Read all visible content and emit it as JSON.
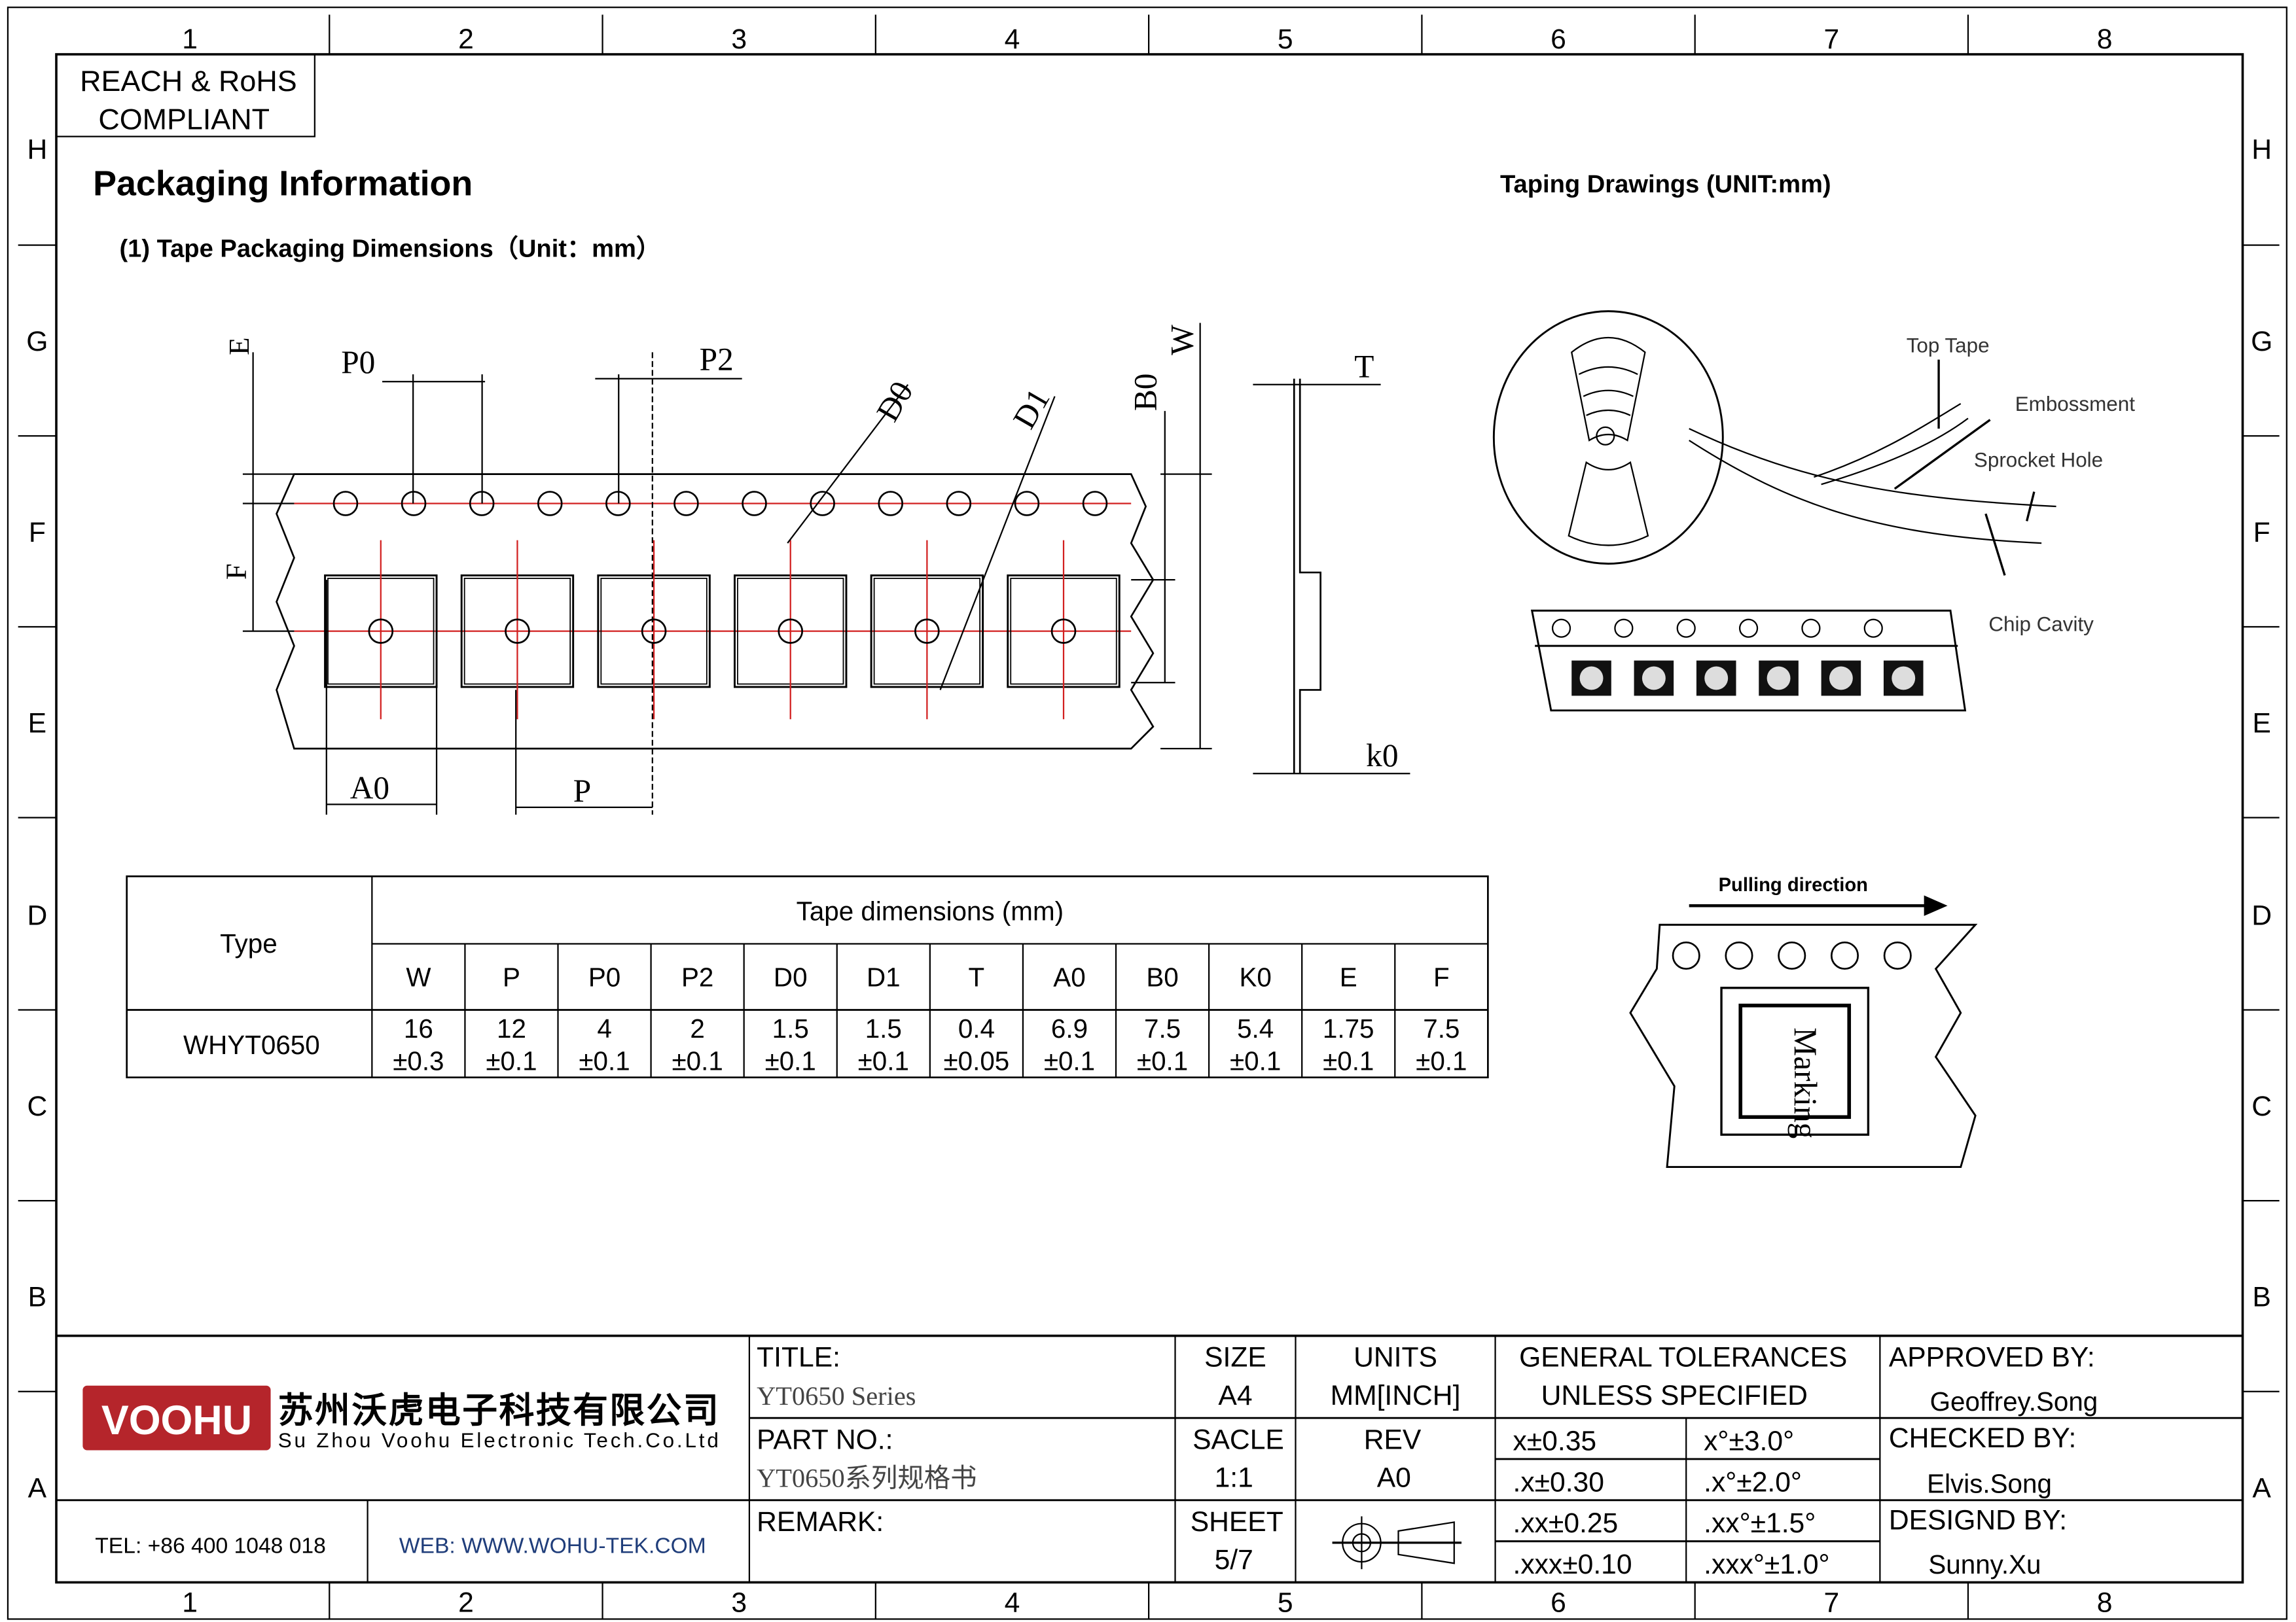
{
  "frame": {
    "columns": [
      "1",
      "2",
      "3",
      "4",
      "5",
      "6",
      "7",
      "8"
    ],
    "rows": [
      "H",
      "G",
      "F",
      "E",
      "D",
      "C",
      "B",
      "A"
    ]
  },
  "compliance": {
    "line1": "REACH & RoHS",
    "line2": "COMPLIANT"
  },
  "heading": "Packaging Information",
  "subheading": "(1) Tape Packaging Dimensions（Unit：mm）",
  "taping_title": "Taping Drawings (UNIT:mm)",
  "tape_labels": {
    "E": "E",
    "P0": "P0",
    "P2": "P2",
    "D0": "D0",
    "D1": "D1",
    "B0": "B0",
    "W": "W",
    "T": "T",
    "F": "F",
    "A0": "A0",
    "P": "P",
    "k0": "k0"
  },
  "reel_labels": {
    "top_tape": "Top Tape",
    "embossment": "Embossment",
    "sprocket_hole": "Sprocket Hole",
    "chip_cavity": "Chip Cavity"
  },
  "pulling": {
    "label": "Pulling direction",
    "marking": "Marking"
  },
  "table": {
    "type_header": "Type",
    "group_header": "Tape dimensions (mm)",
    "columns": [
      "W",
      "P",
      "P0",
      "P2",
      "D0",
      "D1",
      "T",
      "A0",
      "B0",
      "K0",
      "E",
      "F"
    ],
    "rows": [
      {
        "type": "WHYT0650",
        "values": [
          "16",
          "12",
          "4",
          "2",
          "1.5",
          "1.5",
          "0.4",
          "6.9",
          "7.5",
          "5.4",
          "1.75",
          "7.5"
        ],
        "tolerances": [
          "±0.3",
          "±0.1",
          "±0.1",
          "±0.1",
          "±0.1",
          "±0.1",
          "±0.05",
          "±0.1",
          "±0.1",
          "±0.1",
          "±0.1",
          "±0.1"
        ]
      }
    ]
  },
  "title_block": {
    "brand_color": "#b5252b",
    "logo_text": "VOOHU",
    "company_cn": "苏州沃虎电子科技有限公司",
    "company_en": "Su Zhou Voohu Electronic Tech.Co.Ltd",
    "tel": "TEL: +86 400 1048 018",
    "web": "WEB: WWW.WOHU-TEK.COM",
    "title_label": "TITLE:",
    "title_value": "YT0650 Series",
    "part_label": "PART NO.:",
    "part_value": "YT0650系列规格书",
    "remark_label": "REMARK:",
    "size_label": "SIZE",
    "size_value": "A4",
    "units_label": "UNITS",
    "units_value": "MM[INCH]",
    "scale_label": "SACLE",
    "scale_value": "1:1",
    "rev_label": "REV",
    "rev_value": "A0",
    "sheet_label": "SHEET",
    "sheet_value": "5/7",
    "tol_title1": "GENERAL TOLERANCES",
    "tol_title2": "UNLESS SPECIFIED",
    "tolerances": [
      [
        "x±0.35",
        "x°±3.0°"
      ],
      [
        ".x±0.30",
        ".x°±2.0°"
      ],
      [
        ".xx±0.25",
        ".xx°±1.5°"
      ],
      [
        ".xxx±0.10",
        ".xxx°±1.0°"
      ]
    ],
    "approved_label": "APPROVED BY:",
    "approved_value": "Geoffrey.Song",
    "checked_label": "CHECKED BY:",
    "checked_value": "Elvis.Song",
    "designed_label": "DESIGND BY:",
    "designed_value": "Sunny.Xu"
  }
}
